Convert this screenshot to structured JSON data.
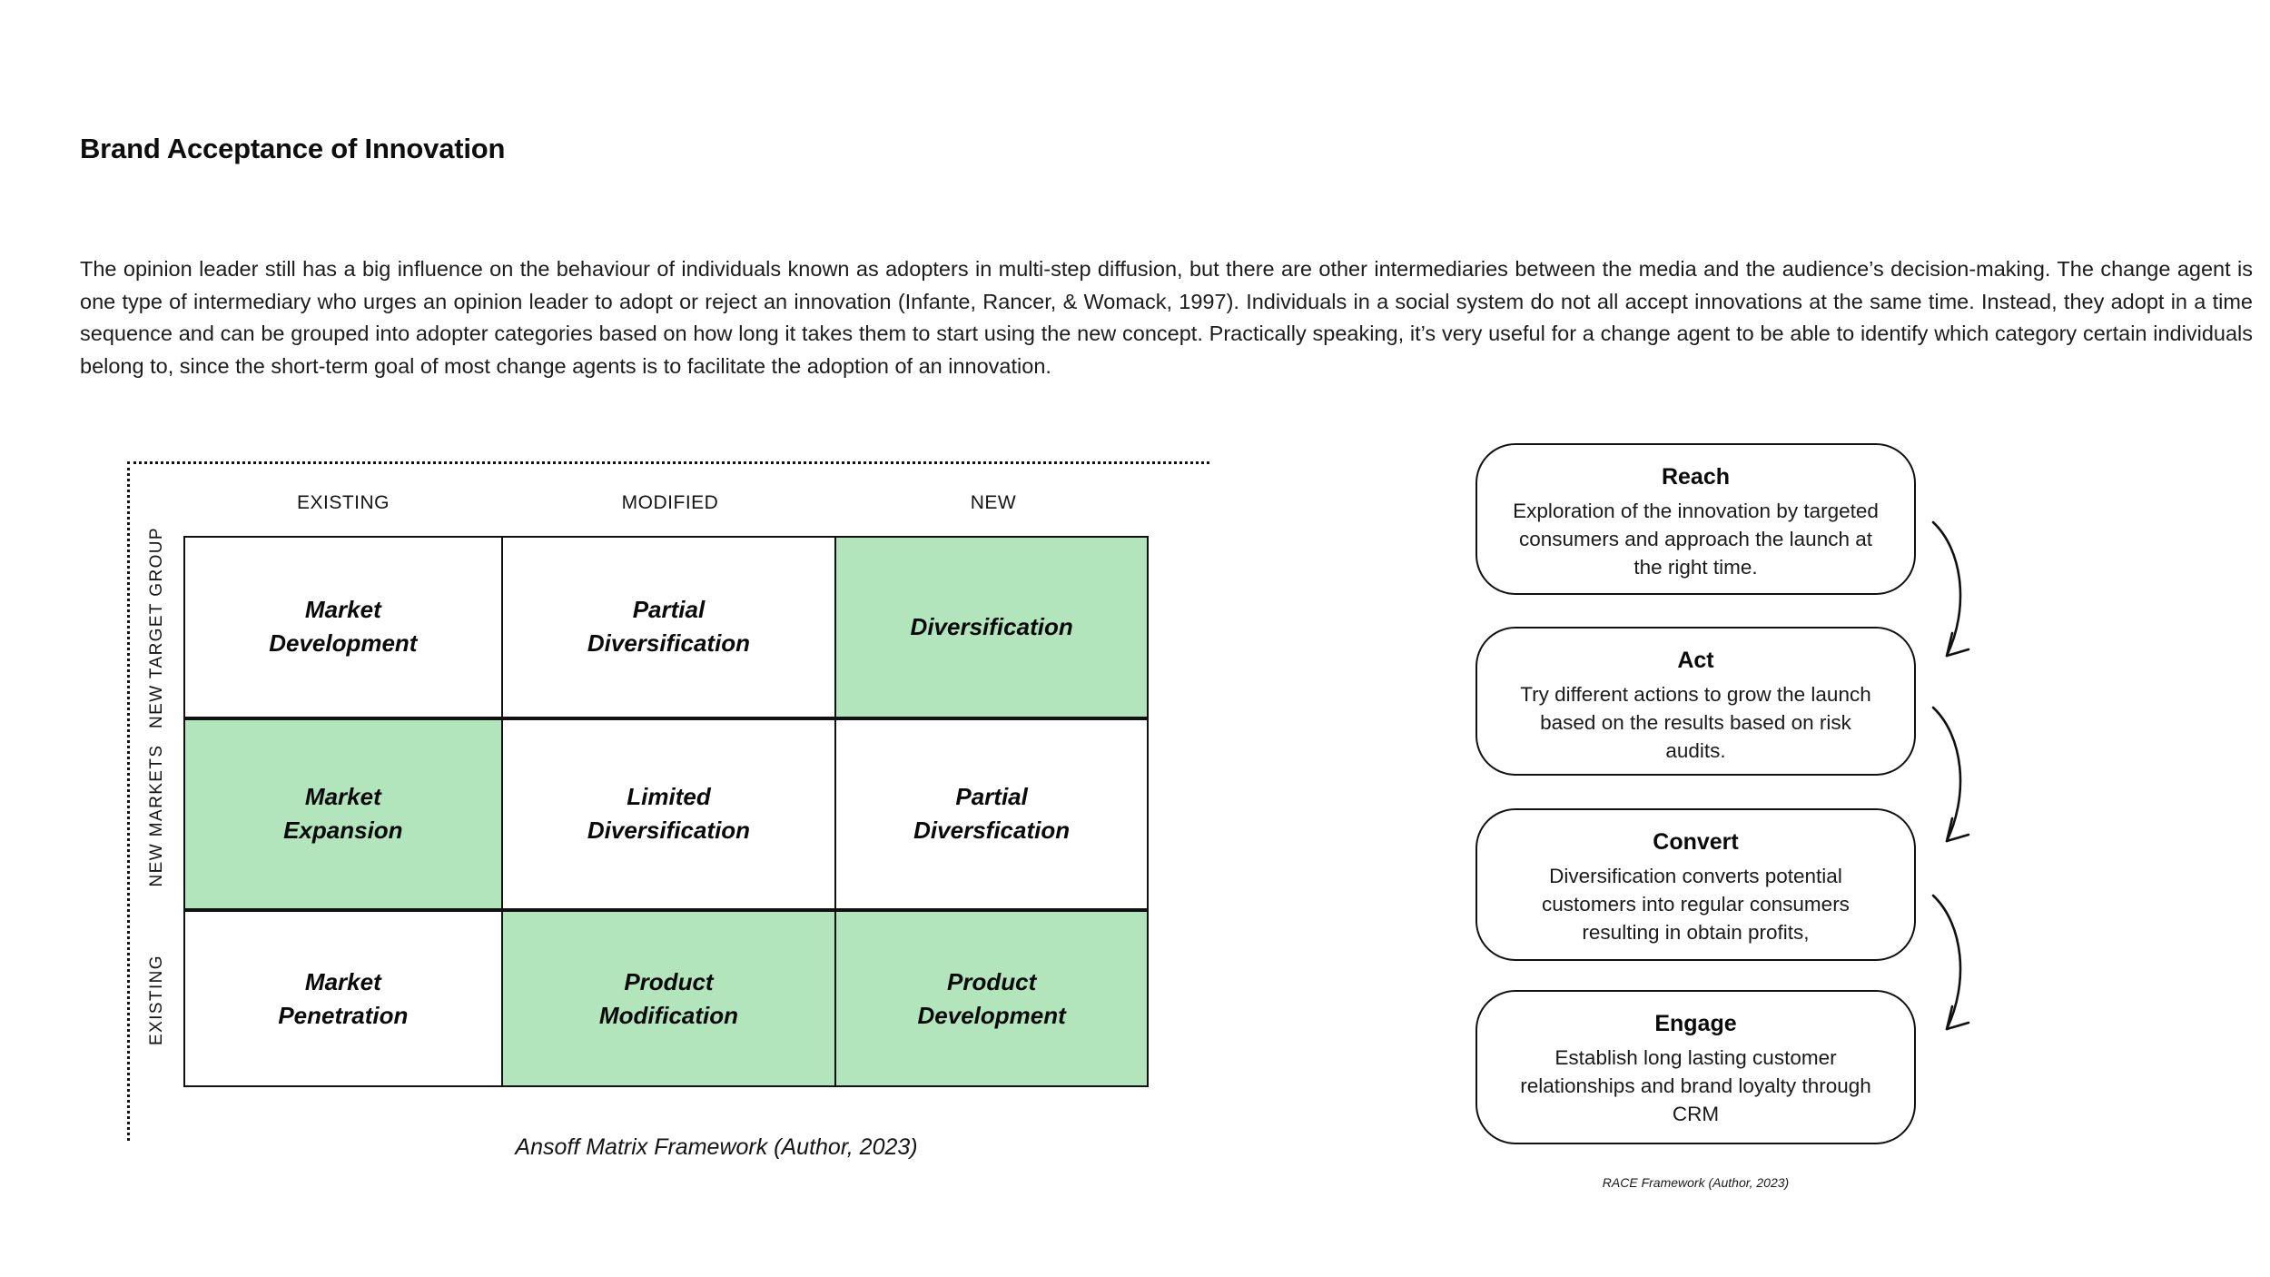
{
  "page": {
    "title": "Brand Acceptance of Innovation",
    "paragraph": "The opinion leader still has a big influence on the behaviour of individuals known as adopters in multi-step diffusion, but there are other intermediaries between the media and the audience’s decision-making. The change agent is one type of intermediary who urges an opinion leader to adopt or reject an innovation (Infante, Rancer, & Womack, 1997). Individuals in a social system do not all accept innovations at the same time. Instead, they adopt in a time sequence and can be grouped into adopter categories based on how long it takes them to start using the new concept. Practically speaking, it’s very useful for a change agent to be able to identify which category certain individuals belong to, since the short-term goal of most change agents is to facilitate the adoption of an innovation."
  },
  "ansoff": {
    "caption": "Ansoff Matrix Framework (Author, 2023)",
    "highlight_color": "#b2e5bc",
    "column_headers": [
      "EXISTING",
      "MODIFIED",
      "NEW"
    ],
    "row_headers": [
      "NEW TARGET GROUP",
      "NEW MARKETS",
      "EXISTING"
    ],
    "cells": [
      {
        "label": "Market\nDevelopment",
        "highlighted": false
      },
      {
        "label": "Partial\nDiversification",
        "highlighted": false
      },
      {
        "label": "Diversification",
        "highlighted": true
      },
      {
        "label": "Market\nExpansion",
        "highlighted": true
      },
      {
        "label": "Limited\nDiversification",
        "highlighted": false
      },
      {
        "label": "Partial\nDiversfication",
        "highlighted": false
      },
      {
        "label": "Market\nPenetration",
        "highlighted": false
      },
      {
        "label": "Product\nModification",
        "highlighted": true
      },
      {
        "label": "Product\nDevelopment",
        "highlighted": true
      }
    ]
  },
  "race": {
    "caption": "RACE Framework (Author, 2023)",
    "steps": [
      {
        "title": "Reach",
        "description": "Exploration of the innovation by targeted consumers and approach the launch at the right time."
      },
      {
        "title": "Act",
        "description": "Try different actions to grow the launch based on the results based on risk audits."
      },
      {
        "title": "Convert",
        "description": "Diversification converts potential customers into regular consumers resulting in obtain profits,"
      },
      {
        "title": "Engage",
        "description": "Establish long lasting customer relationships and brand loyalty through CRM"
      }
    ]
  }
}
